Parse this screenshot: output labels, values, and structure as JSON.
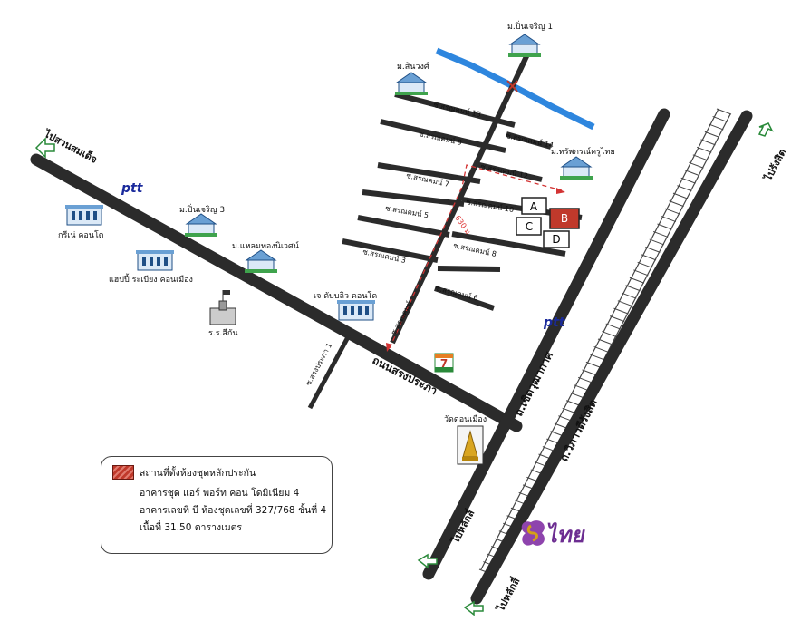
{
  "roads": {
    "main": "ถนนสรงประภา",
    "vibhavadi": "ถ.วิภาวดีรังสิต",
    "cherd_wuthakat": "ถ.เชิดวุฒากาศ",
    "soi_songprapa_1": "ซ.สรงประภา 1",
    "soi_sornkom_1": "ซ.สรณคมน์",
    "soi_3": "ซ.สรณคมน์ 3",
    "soi_5": "ซ.สรณคมน์ 5",
    "soi_6": "ซ.สรณคมน์ 6",
    "soi_7": "ซ.สรณคมน์ 7",
    "soi_8": "ซ.สรณคมน์ 8",
    "soi_9": "ซ.สรณคมน์ 9",
    "soi_10": "ซ.สรณคมน์ 10",
    "soi_12": "ซ.สรณคมน์ 12",
    "soi_13": "ซ.สรณคมน์ 13",
    "soi_14": "ซ.สรณคมน์ 14"
  },
  "directions": {
    "to_suan_somdet": "ไปสวนสมเด็จ",
    "to_rangsit": "ไปรังสิต",
    "to_lak_si_1": "ไปหลักสี่",
    "to_lak_si_2": "ไปหลักสี่"
  },
  "landmarks": {
    "pun_charoen_1": "ม.ปิ่นเจริญ 1",
    "sinwong": "ม.สินวงศ์",
    "saphakorn": "ม.ทรัพกรณ์ครูไทย",
    "pun_charoen_3": "ม.ปิ่นเจริญ 3",
    "laem_thong": "ม.แหลมทองนิเวศน์",
    "green_condo": "กรีเน่ คอนโด",
    "happy_condo": "แฮปปี้ ระเบียง คอนเมือง",
    "school": "ร.ร.สีกัน",
    "jw_condo": "เจ ดับบลิว คอนโด",
    "wat": "วัดดอนเมือง",
    "ptt_1": "ptt",
    "ptt_2": "ptt",
    "seven_eleven": "7"
  },
  "distance": "630 ม.",
  "blocks": [
    "A",
    "B",
    "C",
    "D"
  ],
  "legend": {
    "title": "สถานที่ตั้งห้องชุดหลักประกัน",
    "line1": "อาคารชุด แอร์ พอร์ท คอน โดมิเนียม 4",
    "line2": "อาคารเลขที่ บี ห้องชุดเลขที่ 327/768 ชั้นที่ 4",
    "line3": "เนื้อที่ 31.50 ตารางเมตร"
  },
  "brand": {
    "logo_text": "ไทย"
  },
  "colors": {
    "road": "#2b2b2b",
    "canal": "#2e86de",
    "target": "#c0392b",
    "route": "#d33333",
    "house_roof": "#6aa0d4",
    "house_grass": "#3fa34d"
  },
  "icons": {
    "house": "house-icon",
    "building": "building-icon",
    "temple": "temple-icon",
    "arrow": "arrow-icon"
  }
}
